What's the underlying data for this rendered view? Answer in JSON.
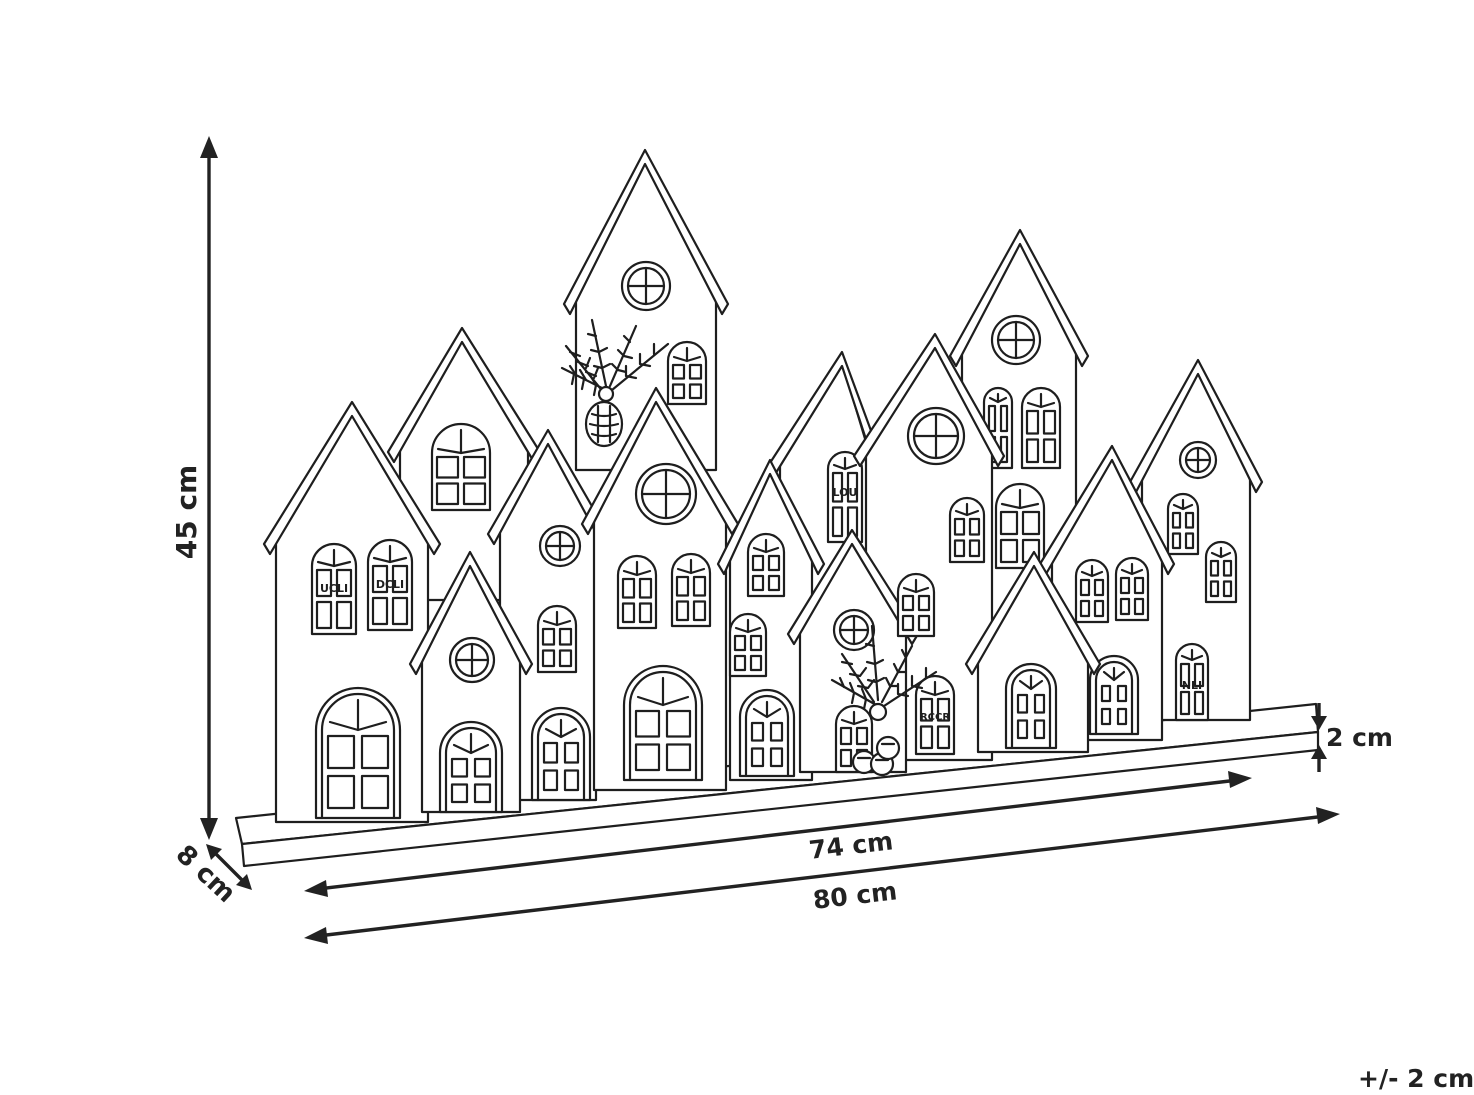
{
  "dimensions": {
    "height": "45 cm",
    "depth": "8 cm",
    "base_height": "2 cm",
    "inner_width": "74 cm",
    "total_width": "80 cm"
  },
  "tolerance": "+/- 2 cm",
  "window_signs": [
    "UCLI",
    "DCLI",
    "LOU",
    "RCCR",
    "NLI"
  ],
  "colors": {
    "ink": "#1e1e1e",
    "background": "#ffffff"
  }
}
